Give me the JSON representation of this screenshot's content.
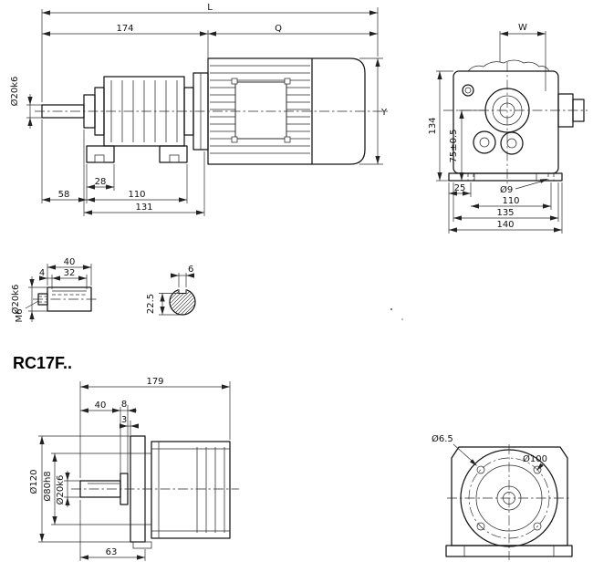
{
  "colors": {
    "ink": "#1a1a1a",
    "paper": "#ffffff"
  },
  "title": "RC17F..",
  "top_side_view": {
    "L": "L",
    "Q": "Q",
    "len_174": "174",
    "shaft_dia": "Ø20k6",
    "Y": "Y",
    "d28": "28",
    "d58": "58",
    "d110": "110",
    "d131": "131"
  },
  "top_front_view": {
    "W": "W",
    "h134": "134",
    "h75": "75±0.5",
    "d25": "25",
    "hole": "Ø9",
    "w110": "110",
    "w135": "135",
    "w140": "140"
  },
  "shaft_detail": {
    "len40": "40",
    "len4": "4",
    "len32": "32",
    "dia": "Ø20k6",
    "thread": "M6",
    "key_w": "6",
    "sec_h": "22.5"
  },
  "bottom_side_view": {
    "len179": "179",
    "len40": "40",
    "len8": "8",
    "len3": "3",
    "dia120": "Ø120",
    "dia80": "Ø80h8",
    "dia20": "Ø20k6",
    "len63": "63"
  },
  "bottom_front_view": {
    "hole": "Ø6.5",
    "bolt_circle": "Ø100"
  }
}
